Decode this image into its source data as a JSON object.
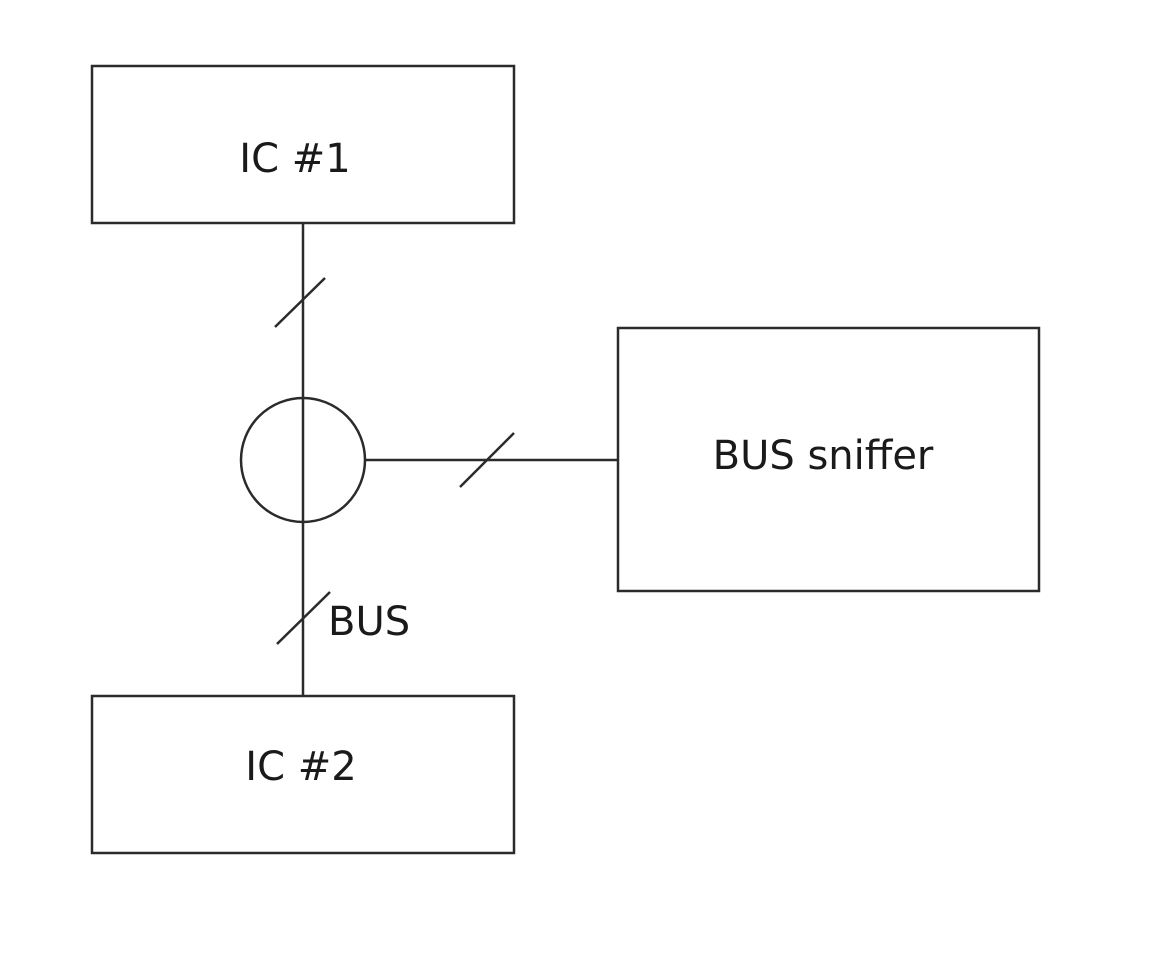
{
  "blocks": {
    "ic1": "IC #1",
    "ic2": "IC #2",
    "sniffer": "BUS sniffer"
  },
  "bus_label": "BUS",
  "colors": {
    "stroke": "#2b2b2b",
    "text": "#1a1a1a",
    "background": "#ffffff"
  }
}
